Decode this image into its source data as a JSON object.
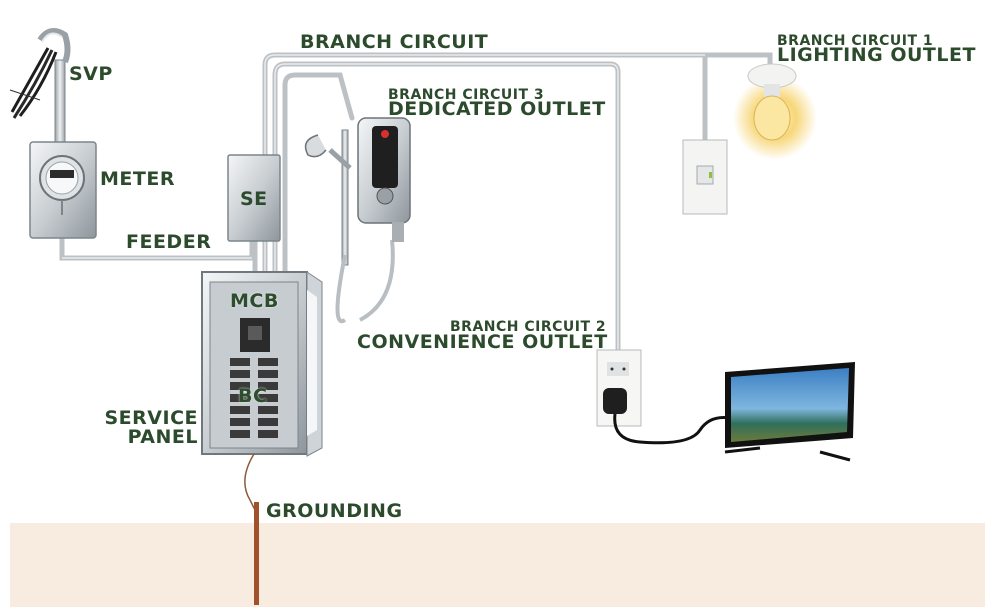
{
  "labels": {
    "svp": "SVP",
    "meter": "METER",
    "feeder": "FEEDER",
    "se": "SE",
    "mcb": "MCB",
    "bc": "BC",
    "service_panel_line1": "SERVICE",
    "service_panel_line2": "PANEL",
    "grounding": "GROUNDING",
    "branch_circuit": "BRANCH CIRCUIT",
    "bc1_title": "BRANCH CIRCUIT 1",
    "bc1_outlet": "LIGHTING OUTLET",
    "bc2_title": "BRANCH CIRCUIT 2",
    "bc2_outlet": "CONVENIENCE OUTLET",
    "bc3_title": "BRANCH CIRCUIT 3",
    "bc3_outlet": "DEDICATED OUTLET"
  },
  "colors": {
    "label_text": "#2c4a2c",
    "conduit": "#bfc3c6",
    "ground_band": "#f8ece1",
    "ground_rod": "#a0522d"
  },
  "icons": [
    "svp-mast-icon",
    "meter-icon",
    "service-entrance-box-icon",
    "service-panel-icon",
    "water-heater-icon",
    "shower-head-icon",
    "light-switch-icon",
    "light-bulb-icon",
    "wall-outlet-icon",
    "plug-icon",
    "television-icon",
    "ground-rod-icon"
  ]
}
